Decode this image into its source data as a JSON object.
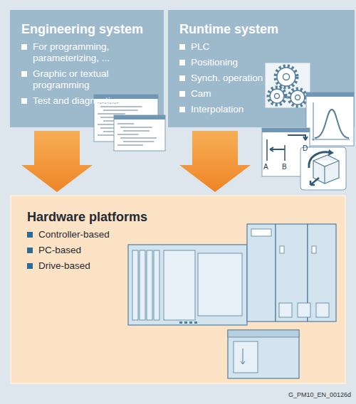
{
  "diagram": {
    "nodes": [
      {
        "text": [
          "Engineering system",
          "For programming, parameterizing, ...",
          "Graphic or textual programming",
          "Test and diagnostics"
        ]
      },
      {
        "text": [
          "Runtime system",
          "PLC",
          "Positioning",
          "Synch. operation",
          "Cam",
          "Interpolation"
        ]
      },
      {
        "text": [
          "Hardware platforms",
          "Controller-based",
          "PC-based",
          "Drive-based"
        ]
      }
    ],
    "edges": [
      {
        "from": 0,
        "to": 2,
        "arrow": "to"
      },
      {
        "from": 1,
        "to": 2,
        "arrow": "to"
      }
    ],
    "labels": [
      "A",
      "B",
      "D",
      "G_PM10_EN_00126d"
    ]
  }
}
